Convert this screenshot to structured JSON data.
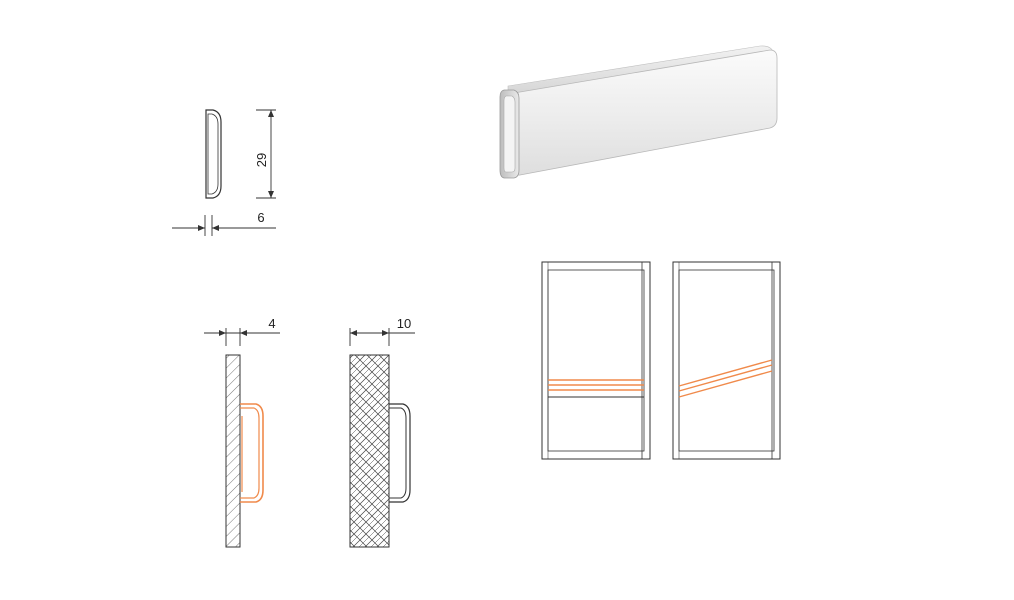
{
  "dimensions": {
    "height_label": "29",
    "depth_label": "6",
    "thin_panel_label": "4",
    "thick_panel_label": "10"
  },
  "colors": {
    "line": "#333333",
    "accent": "#f08a4b",
    "hatch": "#555555",
    "profile_light": "#f7f7f7",
    "profile_mid": "#e4e4e4",
    "profile_dark": "#c9c9c9"
  },
  "icons": {
    "profile_render": "rail-profile-3d-icon"
  }
}
